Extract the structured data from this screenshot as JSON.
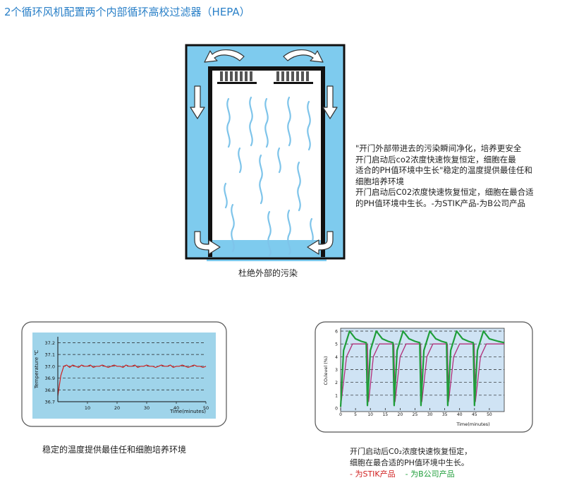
{
  "title": "2个循环风机配置两个内部循环高校过滤器（HEPA）",
  "diagram": {
    "caption": "杜绝外部的污染",
    "description": [
      "\"开门外部带进去的污染瞬间净化，培养更安全",
      "开门启动后co2浓度快速恢复恒定，细胞在最",
      "适合的PH值环境中生长\"稳定的温度提供最佳任和",
      "细胞培养环境",
      "开门启动后C02浓度快速恢复恒定，细胞在最合适",
      "的PH值环境中生长。-为STIK产品-为B公司产品"
    ]
  },
  "chart_data": [
    {
      "type": "line",
      "ylabel": "Temperature ℃",
      "xlabel": "Time(minutes)",
      "x_ticks": [
        10,
        20,
        30,
        40,
        50
      ],
      "y_ticks": [
        36.7,
        36.8,
        36.9,
        37.0,
        37.1,
        37.2
      ],
      "xlim": [
        0,
        50
      ],
      "ylim": [
        36.7,
        37.25
      ],
      "grid": "dashed horizontal",
      "background": "#9fd4ea",
      "series": [
        {
          "color": "#d02020",
          "x": [
            0,
            1,
            2,
            3,
            4,
            5,
            6,
            7,
            8,
            9,
            10,
            11,
            12,
            13,
            14,
            15,
            16,
            17,
            18,
            19,
            20,
            21,
            22,
            23,
            24,
            25,
            26,
            27,
            28,
            29,
            30,
            31,
            32,
            33,
            34,
            35,
            36,
            37,
            38,
            39,
            40,
            41,
            42,
            43,
            44,
            45,
            46,
            47,
            48,
            49,
            50
          ],
          "values": [
            36.75,
            36.92,
            37.0,
            37.01,
            36.99,
            37.01,
            37.0,
            36.99,
            37.01,
            37.0,
            37.0,
            37.01,
            36.99,
            37.0,
            37.0,
            37.01,
            37.0,
            36.99,
            37.0,
            37.01,
            37.0,
            37.0,
            36.99,
            37.01,
            37.0,
            37.0,
            37.01,
            36.99,
            37.0,
            37.0,
            37.01,
            37.0,
            37.0,
            36.99,
            37.0,
            37.01,
            37.0,
            37.0,
            37.01,
            36.99,
            37.0,
            37.0,
            37.01,
            37.0,
            36.99,
            37.0,
            37.01,
            37.0,
            37.0,
            36.99,
            37.0
          ]
        }
      ]
    },
    {
      "type": "line",
      "ylabel": "CO₂level (%)",
      "xlabel": "Time(minutes)",
      "x_ticks": [
        0,
        5,
        10,
        15,
        20,
        25,
        30,
        35,
        40,
        45,
        50
      ],
      "y_ticks": [
        0,
        1,
        2,
        3,
        4,
        5,
        6
      ],
      "xlim": [
        0,
        55
      ],
      "ylim": [
        0,
        6
      ],
      "grid": "dashed horizontal",
      "background": "#cfe3f4",
      "series": [
        {
          "color": "#b0307a",
          "x": [
            0,
            2,
            4,
            6,
            8,
            9,
            9.4,
            11,
            13,
            15,
            17,
            17.9,
            18.3,
            20,
            22,
            24,
            26,
            26.9,
            27.3,
            29,
            31,
            33,
            35,
            35.9,
            36.3,
            38,
            40,
            42,
            44,
            44.9,
            45.3,
            47,
            49,
            51,
            53,
            55
          ],
          "values": [
            0.1,
            4.0,
            5.0,
            5.0,
            5.0,
            5.0,
            0.5,
            4.0,
            5.0,
            5.0,
            5.0,
            5.0,
            0.5,
            4.0,
            5.0,
            5.0,
            5.0,
            5.0,
            0.5,
            4.0,
            5.0,
            5.0,
            5.0,
            5.0,
            0.5,
            4.0,
            5.0,
            5.0,
            5.0,
            5.0,
            0.5,
            4.0,
            5.0,
            5.0,
            5.0,
            5.0
          ]
        },
        {
          "color": "#1f9e3a",
          "x": [
            0,
            1,
            3,
            5,
            7,
            8.6,
            9,
            10,
            12,
            14,
            16,
            17.6,
            18,
            19,
            21,
            23,
            25,
            26.6,
            27,
            28,
            30,
            32,
            34,
            35.6,
            36,
            37,
            39,
            41,
            43,
            44.6,
            45,
            46,
            48,
            50,
            53,
            55
          ],
          "values": [
            0.1,
            4.5,
            6.0,
            5.4,
            5.2,
            5.1,
            0.2,
            4.5,
            6.0,
            5.4,
            5.2,
            5.1,
            0.2,
            4.5,
            6.0,
            5.4,
            5.2,
            5.1,
            0.2,
            4.5,
            6.0,
            5.4,
            5.2,
            5.1,
            0.2,
            4.5,
            6.0,
            5.4,
            5.2,
            5.1,
            0.2,
            4.5,
            6.0,
            5.4,
            5.2,
            5.1
          ]
        }
      ]
    }
  ],
  "temp_caption": "稳定的温度提供最佳任和细胞培养环境",
  "co2_caption": {
    "line1": "开门启动后C0₂浓度快速恢复恒定，",
    "line2": "细胞在最合适的PH值环境中生长。",
    "legend_red": "- 为STIK产品",
    "legend_green": "- 为B公司产品"
  },
  "colors": {
    "title": "#2a80c8",
    "chamber_blue": "#7ecbee",
    "wave": "#7ec4ea",
    "red": "#d02020",
    "green": "#1f9e3a",
    "purple": "#b0307a"
  }
}
